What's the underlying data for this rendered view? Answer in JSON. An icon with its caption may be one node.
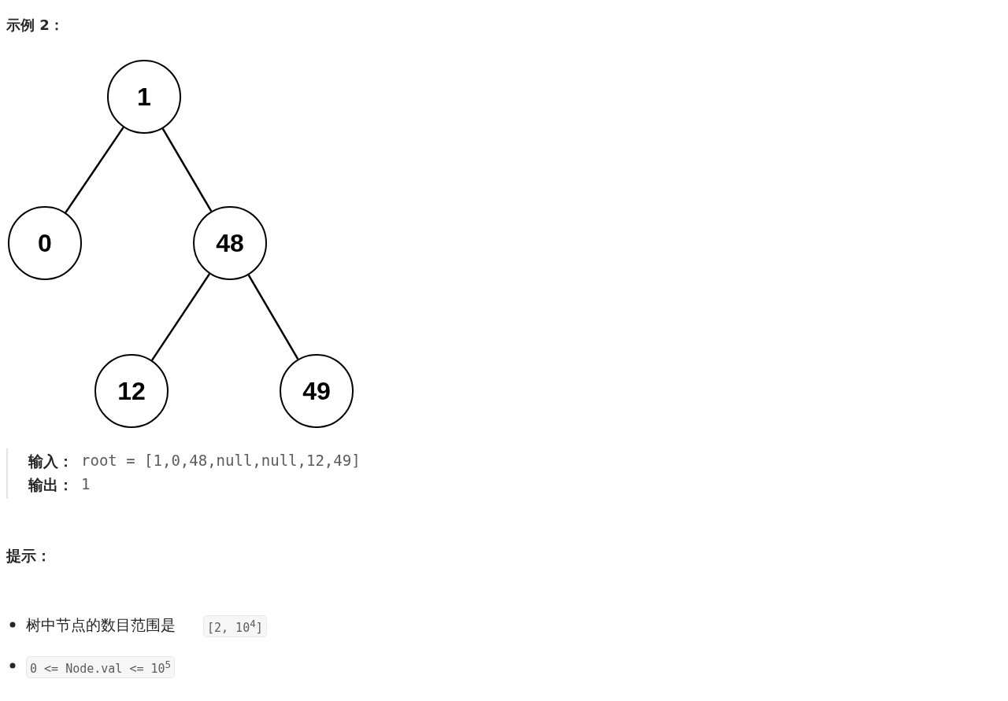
{
  "diagram": {
    "title": "示例 2：",
    "nodes": [
      {
        "text": [
          "1"
        ]
      },
      {
        "text": [
          "0"
        ]
      },
      {
        "text": [
          "48"
        ]
      },
      {
        "text": [
          "12"
        ]
      },
      {
        "text": [
          "49"
        ]
      }
    ],
    "edges": [
      {
        "from": 0,
        "to": 1,
        "arrow": "none"
      },
      {
        "from": 0,
        "to": 2,
        "arrow": "none"
      },
      {
        "from": 2,
        "to": 3,
        "arrow": "none"
      },
      {
        "from": 2,
        "to": 4,
        "arrow": "none"
      }
    ],
    "labels": [
      "输入：",
      "root = [1,0,48,null,null,12,49]",
      "输出：",
      "1",
      "提示：",
      "树中节点的数目范围是",
      "[2, 10$^{4}$]",
      "0 <= Node.val <= 10$^{5}$"
    ]
  }
}
